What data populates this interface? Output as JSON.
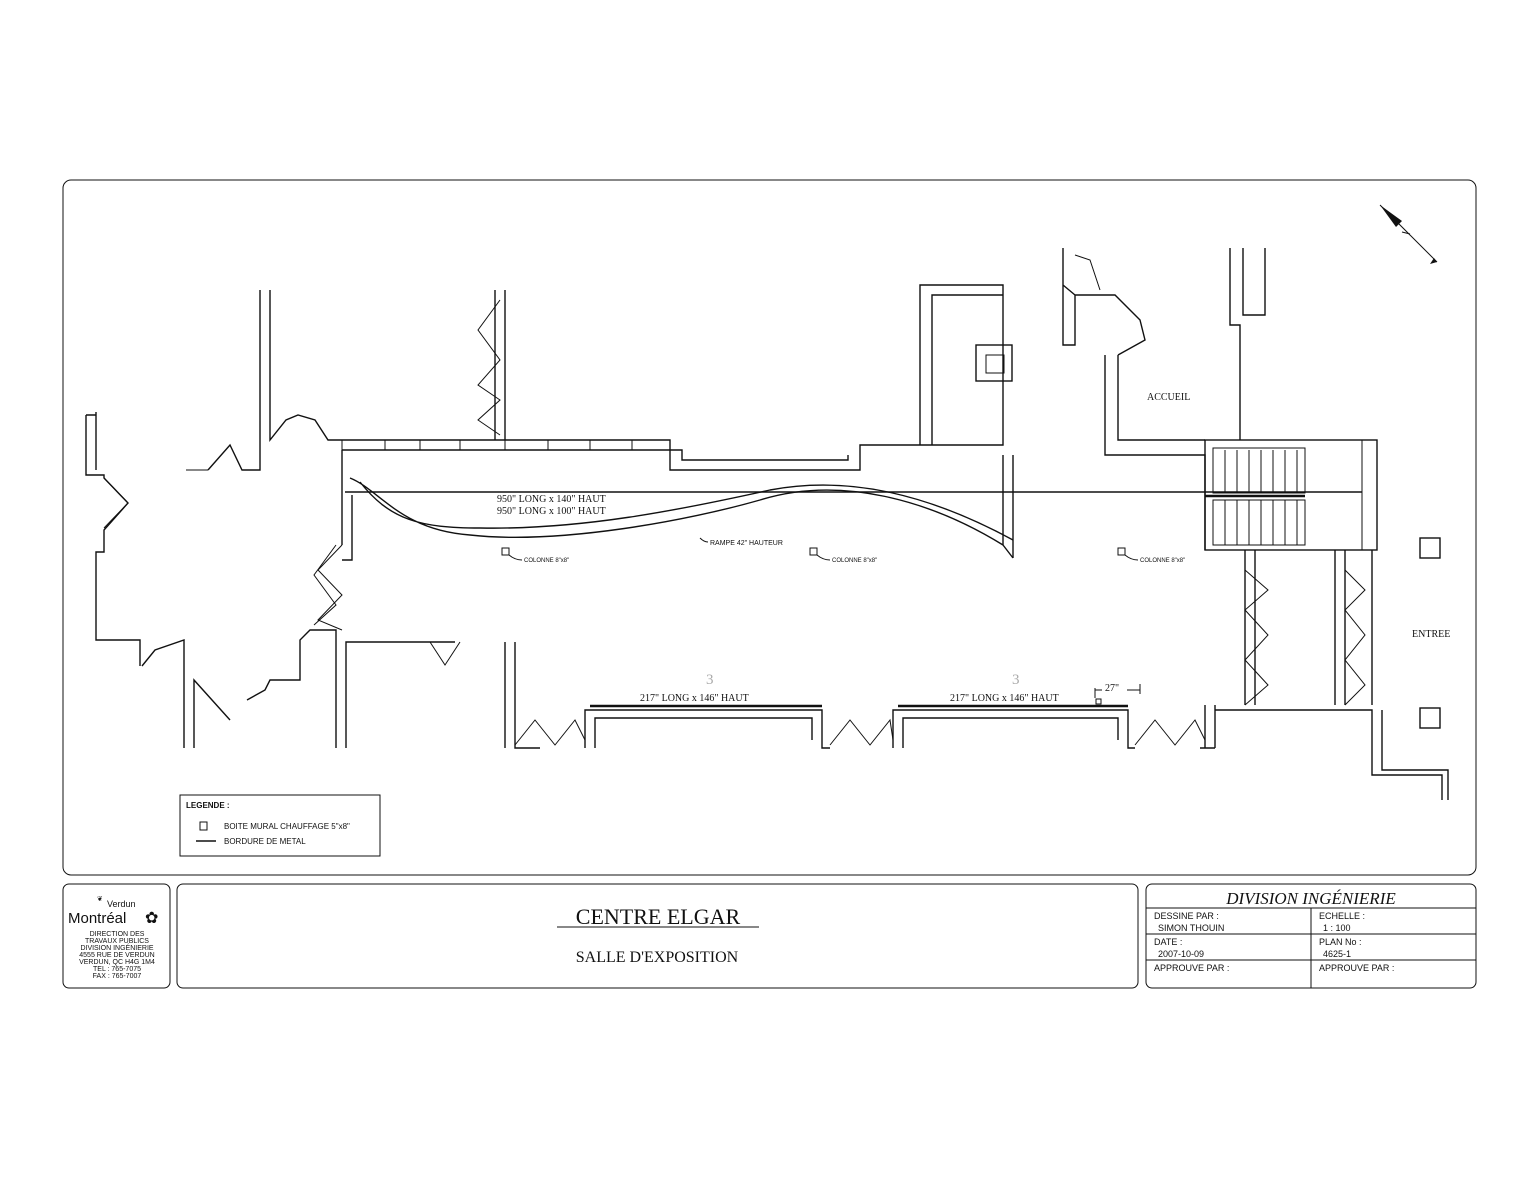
{
  "plan": {
    "labels": {
      "accueil": "ACCUEIL",
      "entree": "ENTREE",
      "upper_dim_1": "950\" LONG x 140\" HAUT",
      "upper_dim_2": "950\" LONG x 100\" HAUT",
      "rampe": "RAMPE 42\" HAUTEUR",
      "colonne": "COLONNE 8\"x8\"",
      "lower_dim_left": "217\" LONG x 146\" HAUT",
      "lower_dim_right": "217\" LONG x 146\" HAUT",
      "dim_27": "27\"",
      "pencil_mark": "3"
    }
  },
  "legend": {
    "title": "LEGENDE :",
    "items": [
      {
        "symbol": "square",
        "label": "BOITE MURAL CHAUFFAGE 5\"x8\""
      },
      {
        "symbol": "line",
        "label": "BORDURE DE METAL"
      }
    ]
  },
  "title_block": {
    "logo": {
      "borough": "Verdun",
      "city": "Montréal",
      "lines": [
        "DIRECTION DES",
        "TRAVAUX PUBLICS",
        "DIVISION INGÉNIERIE",
        "4555 RUE DE VERDUN",
        "VERDUN, QC H4G 1M4",
        "TEL : 765-7075",
        "FAX : 765-7007"
      ]
    },
    "project_title": "CENTRE ELGAR",
    "project_subtitle": "SALLE D'EXPOSITION",
    "division": "DIVISION INGÉNIERIE",
    "fields": {
      "dessine_label": "DESSINE PAR :",
      "dessine_value": "SIMON THOUIN",
      "echelle_label": "ECHELLE :",
      "echelle_value": "1 : 100",
      "date_label": "DATE :",
      "date_value": "2007-10-09",
      "plan_label": "PLAN No :",
      "plan_value": "4625-1",
      "approuve_left_label": "APPROUVE PAR :",
      "approuve_right_label": "APPROUVE PAR :"
    }
  }
}
